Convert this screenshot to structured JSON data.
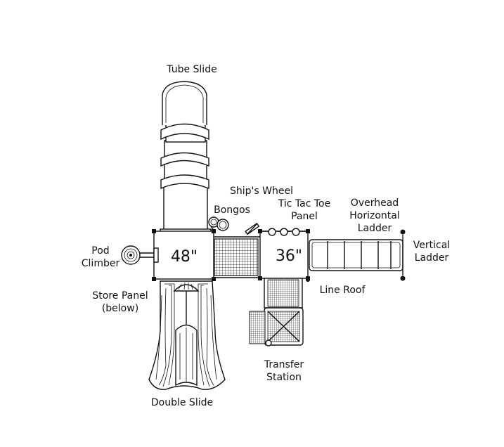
{
  "labels": {
    "tube_slide": "Tube Slide",
    "ships_wheel": "Ship's Wheel",
    "bongos": "Bongos",
    "tic_tac_toe_line1": "Tic Tac Toe",
    "tic_tac_toe_line2": "Panel",
    "overhead_line1": "Overhead",
    "overhead_line2": "Horizontal",
    "overhead_line3": "Ladder",
    "vertical_line1": "Vertical",
    "vertical_line2": "Ladder",
    "pod_line1": "Pod",
    "pod_line2": "Climber",
    "deck_48": "48\"",
    "deck_36": "36\"",
    "store_line1": "Store Panel",
    "store_line2": "(below)",
    "line_roof": "Line Roof",
    "transfer_line1": "Transfer",
    "transfer_line2": "Station",
    "double_slide": "Double Slide"
  },
  "colors": {
    "ink": "#111111",
    "background": "#ffffff"
  }
}
